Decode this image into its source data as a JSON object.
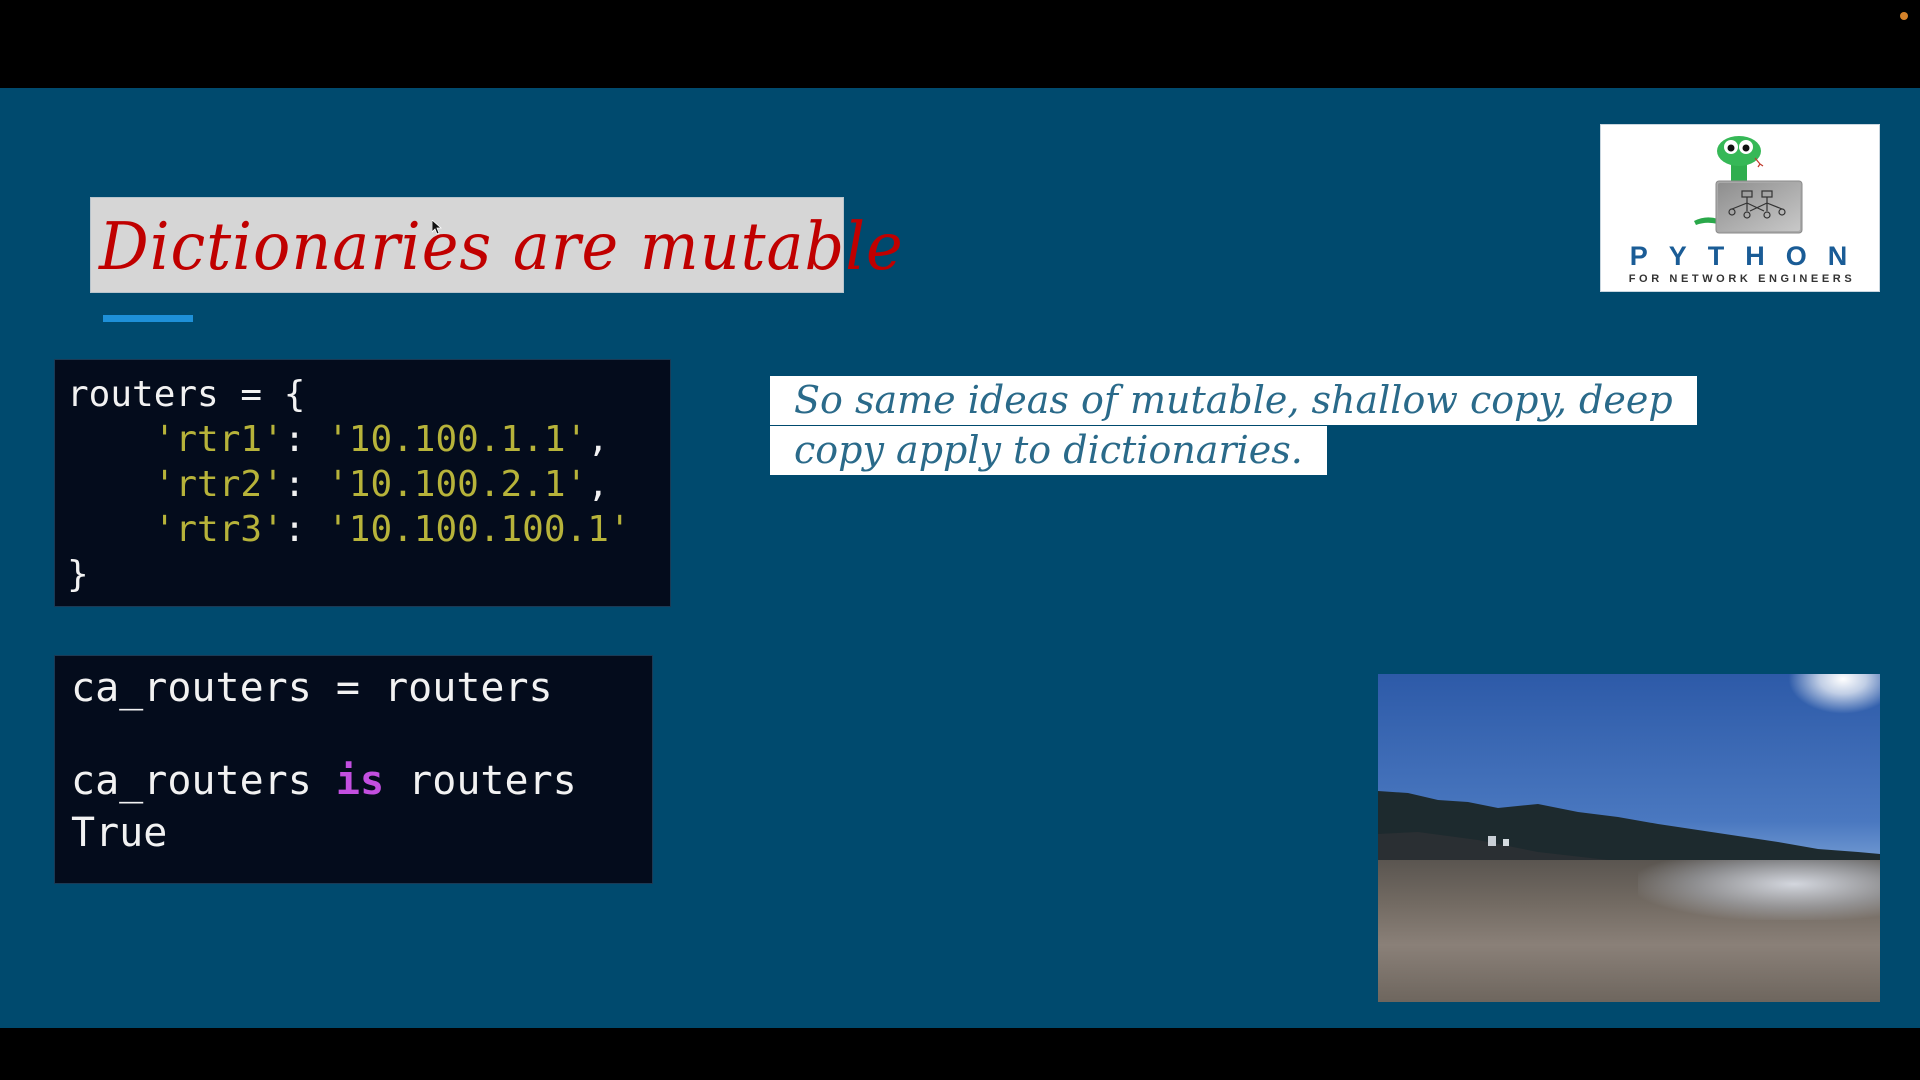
{
  "slide": {
    "title": "Dictionaries are mutable",
    "logo": {
      "wordmark": "PYTHON",
      "tagline": "FOR NETWORK ENGINEERS"
    },
    "code_block_1": {
      "lines": [
        [
          {
            "t": "routers = {",
            "c": "plain"
          }
        ],
        [
          {
            "t": "    ",
            "c": "plain"
          },
          {
            "t": "'rtr1'",
            "c": "str"
          },
          {
            "t": ": ",
            "c": "plain"
          },
          {
            "t": "'10.100.1.1'",
            "c": "str"
          },
          {
            "t": ",",
            "c": "plain"
          }
        ],
        [
          {
            "t": "    ",
            "c": "plain"
          },
          {
            "t": "'rtr2'",
            "c": "str"
          },
          {
            "t": ": ",
            "c": "plain"
          },
          {
            "t": "'10.100.2.1'",
            "c": "str"
          },
          {
            "t": ",",
            "c": "plain"
          }
        ],
        [
          {
            "t": "    ",
            "c": "plain"
          },
          {
            "t": "'rtr3'",
            "c": "str"
          },
          {
            "t": ": ",
            "c": "plain"
          },
          {
            "t": "'10.100.100.1'",
            "c": "str"
          }
        ],
        [
          {
            "t": "}",
            "c": "plain"
          }
        ]
      ]
    },
    "code_block_2": {
      "lines": [
        [
          {
            "t": "ca_routers = routers",
            "c": "plain"
          }
        ],
        [
          {
            "t": "",
            "c": "plain"
          }
        ],
        [
          {
            "t": "ca_routers ",
            "c": "plain"
          },
          {
            "t": "is",
            "c": "kw"
          },
          {
            "t": " routers",
            "c": "plain"
          }
        ],
        [
          {
            "t": "True",
            "c": "plain"
          }
        ]
      ]
    },
    "note": {
      "line1": "So same ideas of mutable, shallow copy, deep",
      "line2": "copy apply to dictionaries."
    },
    "photo": {
      "description": "beach-landscape-photo"
    }
  },
  "colors": {
    "slide_bg": "#004a6e",
    "title_text": "#c00000",
    "title_box": "#d6d6d6",
    "accent_bar": "#1e90d8",
    "code_bg": "#040c1c",
    "code_string": "#b7b33a",
    "code_keyword": "#c34fe0",
    "note_text": "#2a6a8a",
    "logo_blue": "#1a5c96",
    "recording_dot": "#d4822a"
  }
}
